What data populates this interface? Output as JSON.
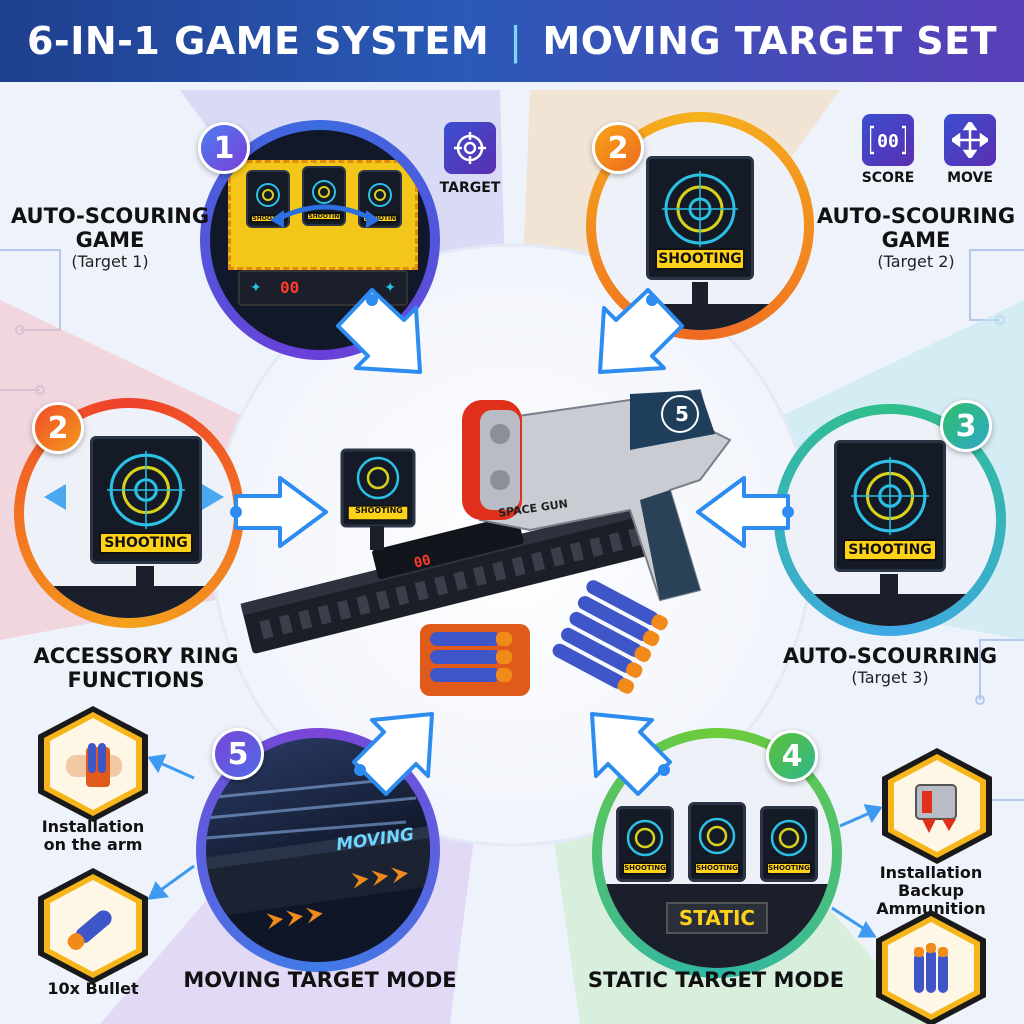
{
  "header": {
    "title_left": "6-IN-1 GAME SYSTEM",
    "separator": "|",
    "title_right": "MOVING TARGET SET"
  },
  "colors": {
    "header_start": "#1f3f8e",
    "header_end": "#5b3fb8",
    "mode1": "#3c6be0",
    "mode2_top": "#f39a12",
    "mode2_left": "#ef5a2a",
    "mode3": "#2fbf8a",
    "mode4": "#6dcc3a",
    "mode5": "#7a45d8",
    "shooting_yellow": "#ffd21a",
    "score_red": "#ff3b2f"
  },
  "icons": {
    "target": {
      "icon": "crosshair-icon",
      "label": "TARGET"
    },
    "score": {
      "icon": "score-display-icon",
      "text": "00",
      "label": "SCORE"
    },
    "move": {
      "icon": "move-arrows-icon",
      "label": "MOVE"
    }
  },
  "modes": {
    "m1": {
      "number": "1",
      "title": "AUTO-SCOURING GAME",
      "title_l1": "AUTO-SCOURING",
      "title_l2": "GAME",
      "sub": "(Target 1)",
      "score": "00",
      "board_label": "SHOOTING"
    },
    "m2a": {
      "number": "2",
      "title_l1": "AUTO-SCOURING",
      "title_l2": "GAME",
      "sub": "(Target 2)",
      "board_label": "SHOOTING"
    },
    "m2b": {
      "number": "2",
      "title_l1": "ACCESSORY RING",
      "title_l2": "FUNCTIONS",
      "board_label": "SHOOTING"
    },
    "m3": {
      "number": "3",
      "title_l1": "AUTO-SCOURRING",
      "sub": "(Target 3)",
      "board_label": "SHOOTING"
    },
    "m4": {
      "number": "4",
      "title": "STATIC TARGET MODE",
      "static_label": "STATIC",
      "board_label": "SHOOTING"
    },
    "m5": {
      "number": "5",
      "title": "MOVING TARGET MODE",
      "moving_label": "MOVING"
    }
  },
  "center": {
    "gun_label": "SPACE GUN",
    "gun_badge": "5",
    "track_score": "00",
    "board_label": "SHOOTING"
  },
  "accessories": {
    "arm": {
      "label_l1": "Installation",
      "label_l2": "on the arm"
    },
    "bullet": {
      "label": "10x Bullet"
    },
    "backup": {
      "label_l1": "Installation",
      "label_l2": "Backup Ammunition"
    }
  }
}
